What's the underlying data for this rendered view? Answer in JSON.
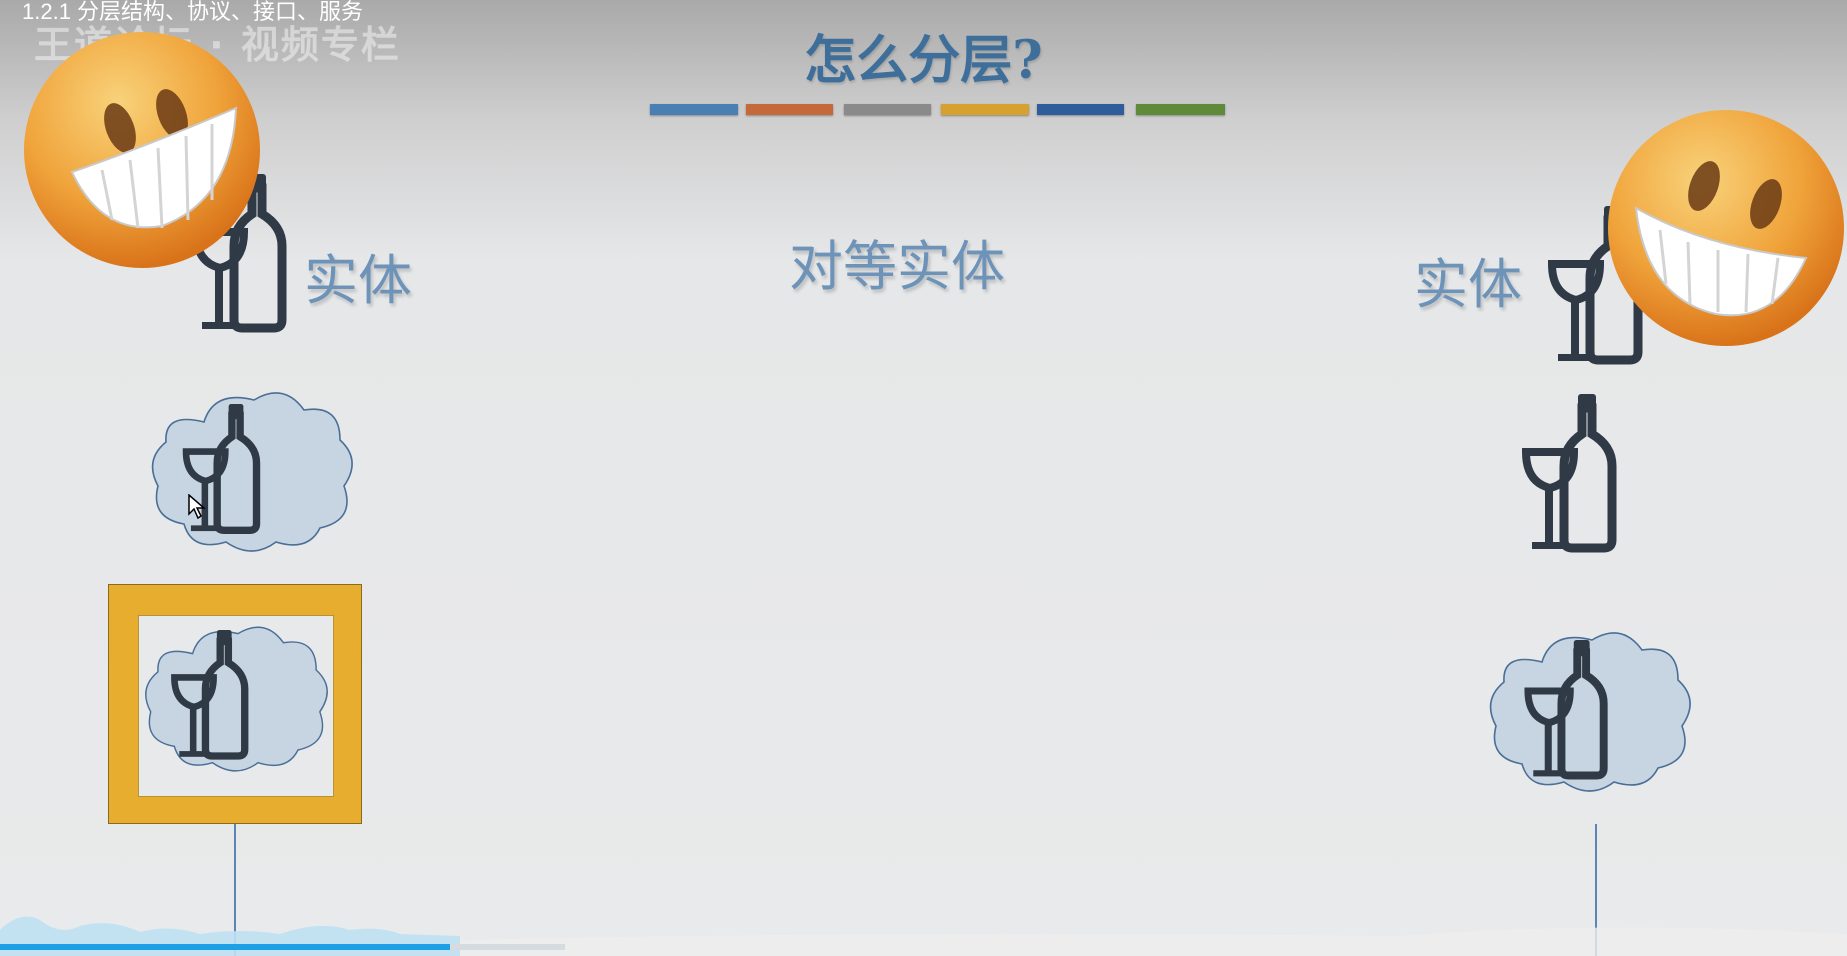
{
  "video": {
    "title": "1.2.1 分层结构、协议、接口、服务",
    "watermark": "王道论坛 · 视频专栏"
  },
  "slide": {
    "title": "怎么分层?",
    "color_bars": [
      "#4a7fb3",
      "#c46a3a",
      "#8a8a8a",
      "#d6a12e",
      "#2f5d9b",
      "#5f8a3a"
    ],
    "left_label": "实体",
    "center_label": "对等实体",
    "right_label": "实体"
  },
  "icons": {
    "left_top": "wine-bottle-glass-icon",
    "left_middle": "cloud-wine-bottle-icon",
    "left_bottom": "highlighted-cloud-wine-bottle-icon",
    "right_top": "wine-bottle-glass-icon",
    "right_middle": "wine-bottle-glass-icon",
    "right_bottom": "cloud-wine-bottle-icon",
    "smiley": "grinning-face-icon"
  },
  "player": {
    "progress": 0.24
  }
}
